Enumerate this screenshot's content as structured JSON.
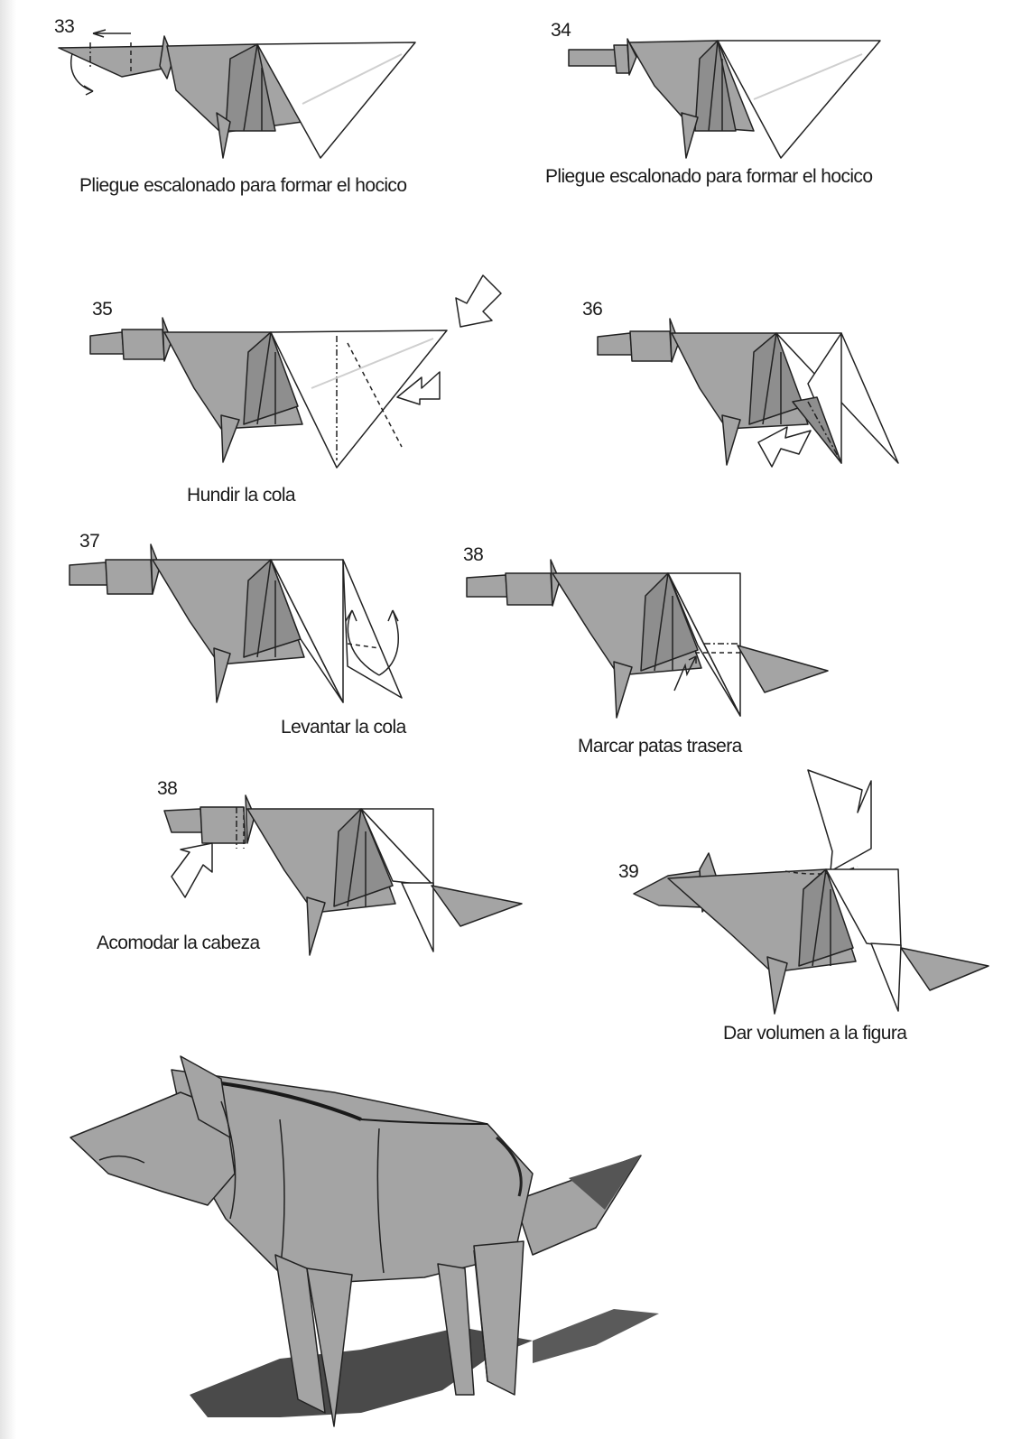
{
  "steps": [
    {
      "number": "33",
      "caption": "Pliegue escalonado para formar el hocico"
    },
    {
      "number": "34",
      "caption": "Pliegue escalonado para formar el hocico"
    },
    {
      "number": "35",
      "caption": "Hundir la cola"
    },
    {
      "number": "36",
      "caption": ""
    },
    {
      "number": "37",
      "caption": "Levantar la cola"
    },
    {
      "number": "38",
      "caption": "Marcar patas trasera"
    },
    {
      "number": "38",
      "caption": "Acomodar la cabeza"
    },
    {
      "number": "39",
      "caption": "Dar volumen a la figura"
    }
  ],
  "colors": {
    "paper_gray": "#a4a4a4",
    "paper_white": "#ffffff",
    "line": "#222222",
    "shadow": "#4a4a4a"
  },
  "figures": {
    "final_model": "origami-wolf"
  }
}
